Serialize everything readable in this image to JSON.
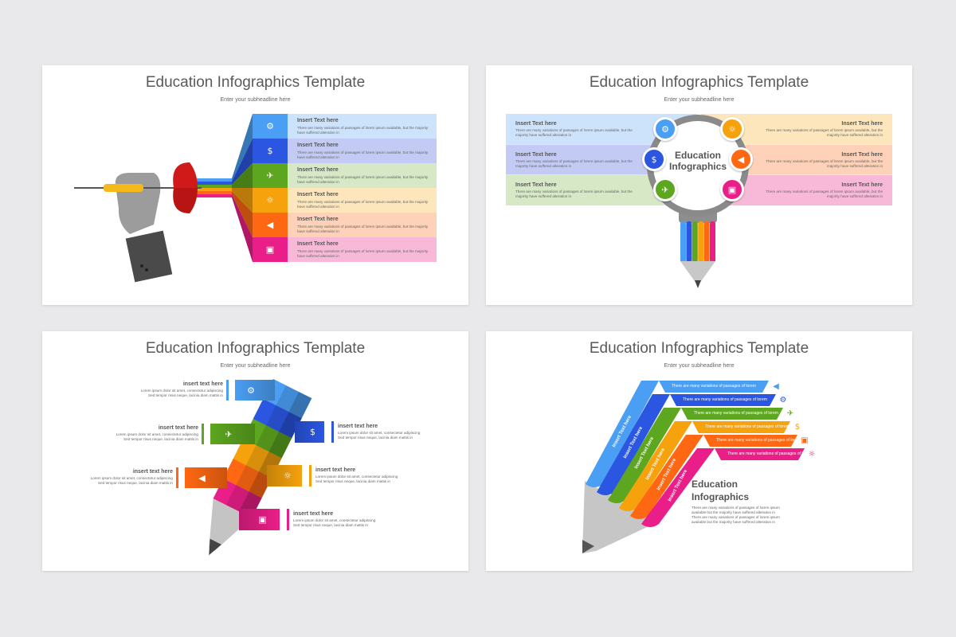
{
  "colors": {
    "blue": "#4a9ef3",
    "indigo": "#2b56e2",
    "green": "#5da61f",
    "orange": "#f6a20d",
    "orange_red": "#ff6812",
    "pink": "#ea1e88",
    "light": [
      "#cde3fb",
      "#c3cbf5",
      "#d6e8c6",
      "#fde6bb",
      "#fdd2b8",
      "#f8b9d9"
    ]
  },
  "slides": [
    {
      "title": "Education Infographics Template",
      "subtitle": "Enter your subheadline here",
      "items": [
        {
          "icon": "target-icon",
          "glyph": "⚙",
          "heading": "Insert Text here",
          "body": "There are many variations  of passages of lorem  ipsum available, but the majority  have suffered alteration  in"
        },
        {
          "icon": "coins-icon",
          "glyph": "$",
          "heading": "Insert Text here",
          "body": "There are many variations  of passages of lorem  ipsum available, but the majority  have suffered alteration  in"
        },
        {
          "icon": "plane-icon",
          "glyph": "✈",
          "heading": "Insert Text here",
          "body": "There are many variations  of passages of lorem  ipsum available, but the majority  have suffered alteration  in"
        },
        {
          "icon": "bulb-icon",
          "glyph": "☼",
          "heading": "Insert Text here",
          "body": "There are many variations  of passages of lorem  ipsum available, but the majority  have suffered alteration  in"
        },
        {
          "icon": "megaphone-icon",
          "glyph": "◀",
          "heading": "Insert Text here",
          "body": "There are many variations  of passages of lorem  ipsum available, but the majority  have suffered alteration  in"
        },
        {
          "icon": "crop-icon",
          "glyph": "▣",
          "heading": "Insert Text here",
          "body": "There are many variations  of passages of lorem  ipsum available, but the majority  have suffered alteration  in"
        }
      ]
    },
    {
      "title": "Education Infographics Template",
      "subtitle": "Enter your subheadline here",
      "center_line1": "Education",
      "center_line2": "Infographics",
      "items": [
        {
          "icon": "target-icon",
          "glyph": "⚙",
          "heading": "Insert Text here",
          "body": "There are many variations  of passages of lorem  ipsum available, but the majority  have suffered alteration  in"
        },
        {
          "icon": "coins-icon",
          "glyph": "$",
          "heading": "Insert Text here",
          "body": "There are many variations  of passages of lorem  ipsum available, but the majority  have suffered alteration  in"
        },
        {
          "icon": "plane-icon",
          "glyph": "✈",
          "heading": "Insert Text here",
          "body": "There are many variations  of passages of lorem  ipsum available, but the majority  have suffered alteration  in"
        },
        {
          "icon": "bulb-icon",
          "glyph": "☼",
          "heading": "Insert Text here",
          "body": "There are many variations  of passages of lorem  ipsum available, but the majority  have suffered alteration  in"
        },
        {
          "icon": "megaphone-icon",
          "glyph": "◀",
          "heading": "Insert Text here",
          "body": "There are many variations  of passages of lorem  ipsum available, but the majority  have suffered alteration  in"
        },
        {
          "icon": "crop-icon",
          "glyph": "▣",
          "heading": "Insert Text here",
          "body": "There are many variations  of passages of lorem  ipsum available, but the majority  have suffered alteration  in"
        }
      ]
    },
    {
      "title": "Education Infographics Template",
      "subtitle": "Enter your subheadline here",
      "items": [
        {
          "icon": "target-icon",
          "glyph": "⚙",
          "heading": "insert text here",
          "body1": "Lorem ipsum dolor  sit amet, consectetur adipiscing",
          "body2": "Sed tempor risus neque, lacinia diam mattis in"
        },
        {
          "icon": "plane-icon",
          "glyph": "✈",
          "heading": "insert text here",
          "body1": "Lorem ipsum dolor  sit amet, consectetur adipiscing",
          "body2": "Sed tempor risus neque, lacinia diam mattis in"
        },
        {
          "icon": "megaphone-icon",
          "glyph": "◀",
          "heading": "insert text here",
          "body1": "Lorem ipsum dolor  sit amet, consectetur adipiscing",
          "body2": "Sed tempor risus neque, lacinia diam mattis in"
        },
        {
          "icon": "coins-icon",
          "glyph": "$",
          "heading": "insert text here",
          "body1": "Lorem ipsum dolor  sit amet, consectetur adipiscing",
          "body2": "Sed tempor risus neque, lacinia diam mattis in"
        },
        {
          "icon": "bulb-icon",
          "glyph": "☼",
          "heading": "insert text here",
          "body1": "Lorem ipsum dolor  sit amet, consectetur adipiscing",
          "body2": "Sed tempor risus neque, lacinia diam mattis in"
        },
        {
          "icon": "crop-icon",
          "glyph": "▣",
          "heading": "insert text here",
          "body1": "Lorem ipsum dolor  sit amet, consectetur adipiscing",
          "body2": "Sed tempor risus neque, lacinia diam mattis in"
        }
      ]
    },
    {
      "title": "Education Infographics Template",
      "subtitle": "Enter your subheadline here",
      "heading_line1": "Education",
      "heading_line2": "Infographics",
      "body": "There are many variations  of passages of lorem ipsum available but the majority  have suffered alteration in There are many variations  of passages of lorem ipsum available but the majority have suffered alteration in",
      "items": [
        {
          "icon": "megaphone-icon",
          "glyph": "◀",
          "label": "Insert Text here",
          "strip": "There are many variations  of passages of lorem"
        },
        {
          "icon": "target-icon",
          "glyph": "⚙",
          "label": "Insert Text here",
          "strip": "There are many variations  of passages of lorem"
        },
        {
          "icon": "plane-icon",
          "glyph": "✈",
          "label": "Insert Text here",
          "strip": "There are many variations  of passages of lorem"
        },
        {
          "icon": "coins-icon",
          "glyph": "$",
          "label": "Insert Text here",
          "strip": "There are many variations  of passages of lorem"
        },
        {
          "icon": "crop-icon",
          "glyph": "▣",
          "label": "Insert Text here",
          "strip": "There are many variations  of passages of lorem"
        },
        {
          "icon": "bulb-icon",
          "glyph": "☼",
          "label": "Insert Text here",
          "strip": "There are many variations  of passages of lorem"
        }
      ]
    }
  ]
}
